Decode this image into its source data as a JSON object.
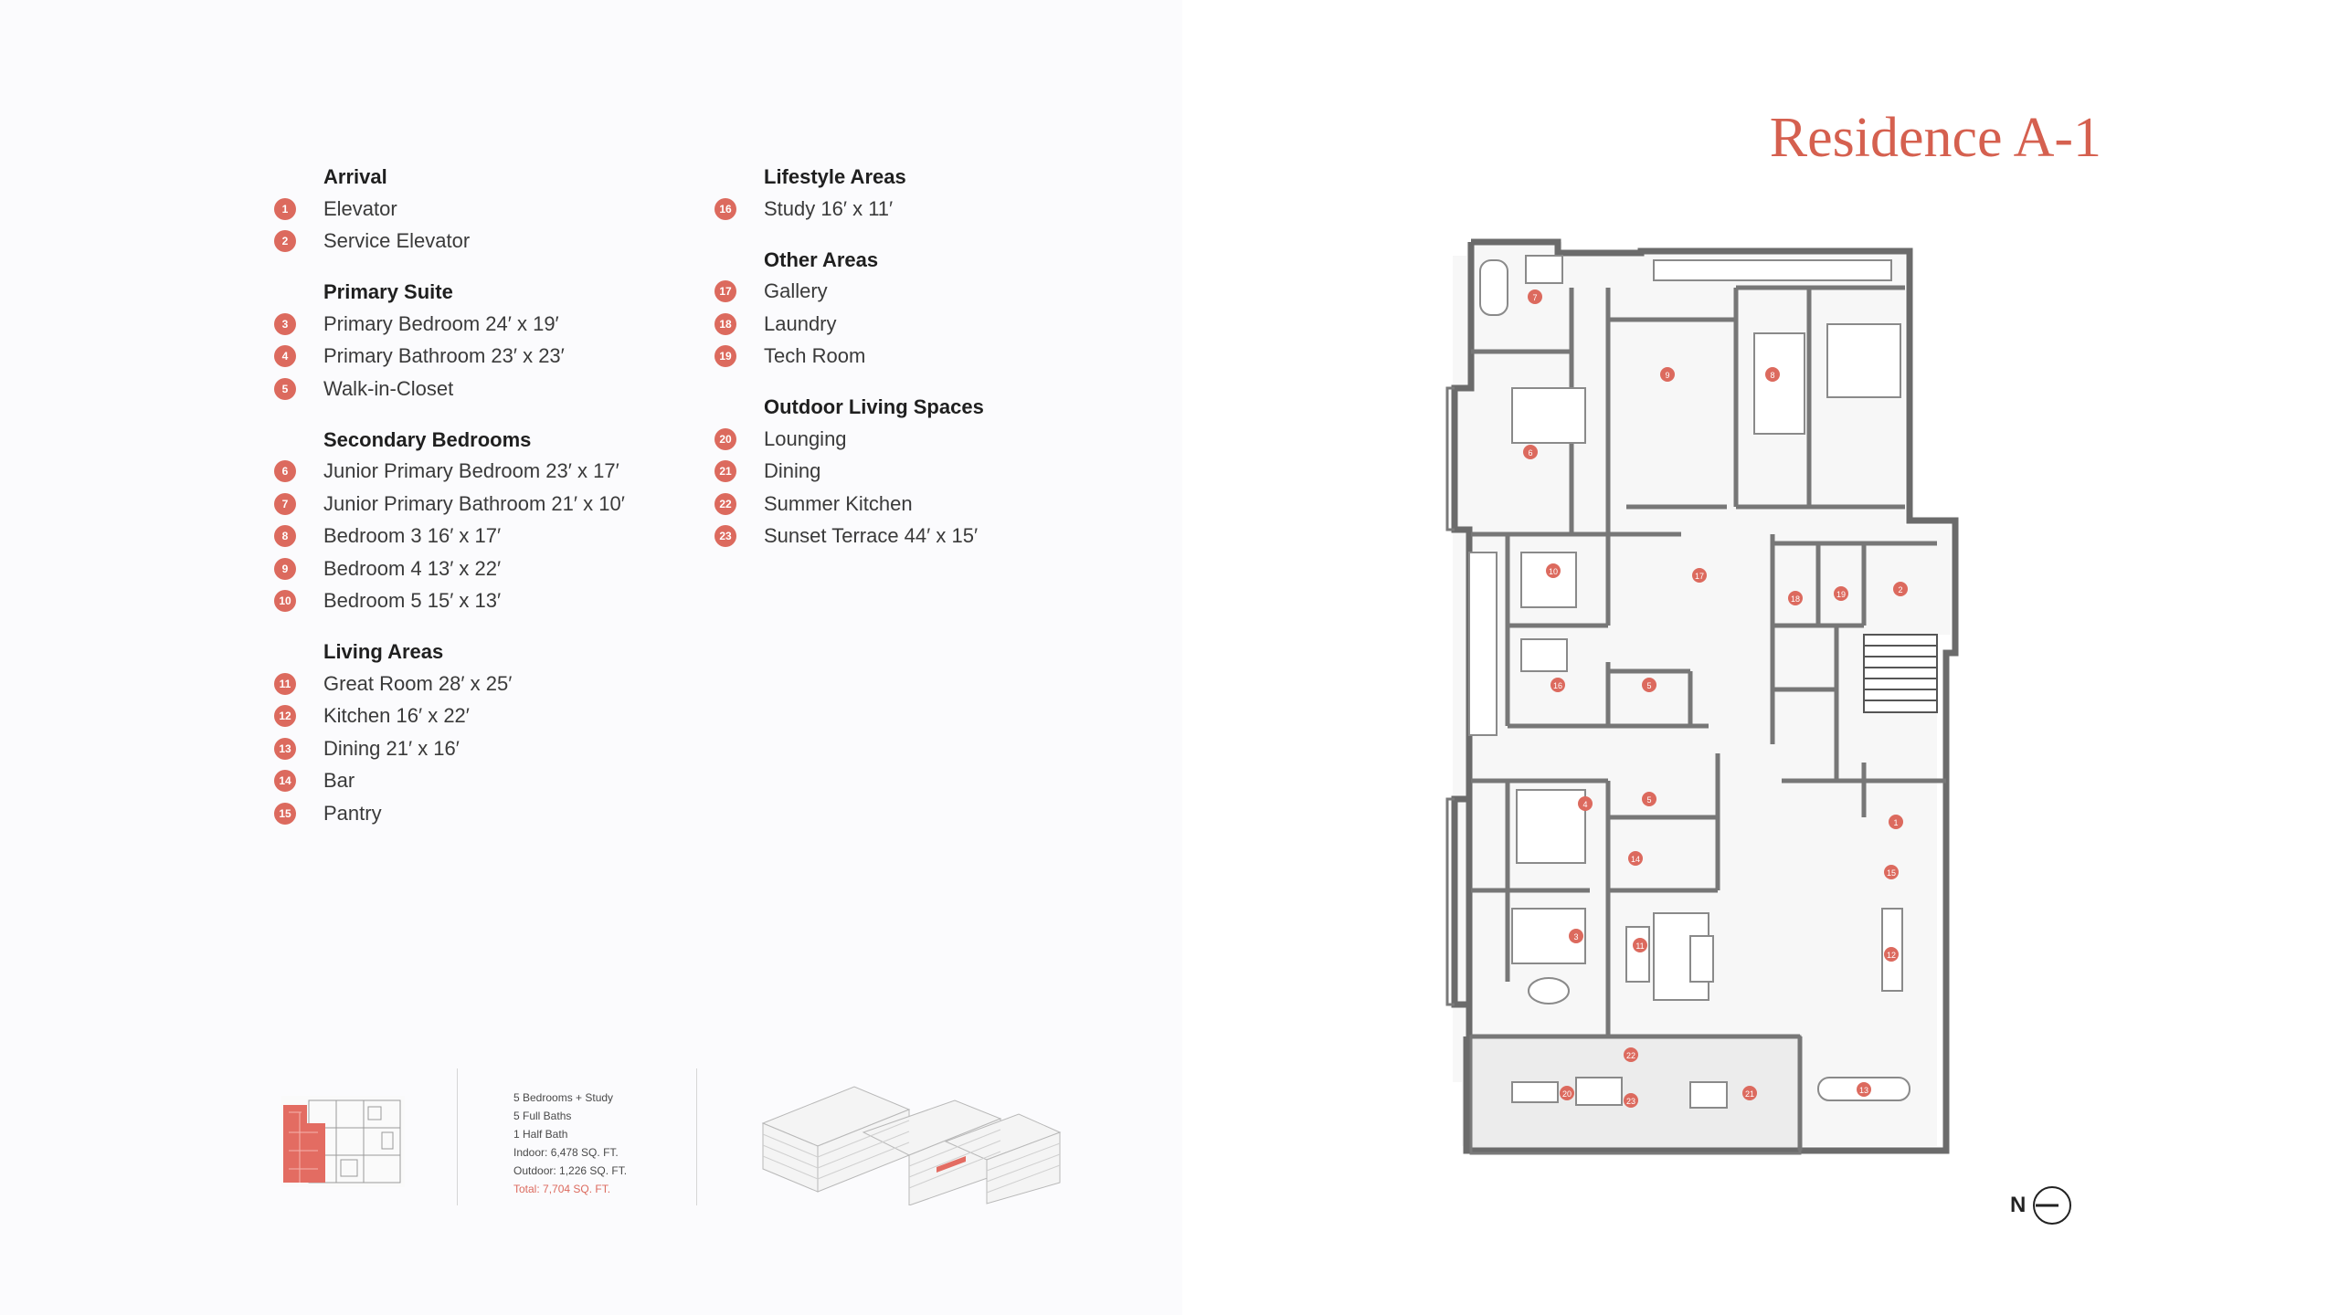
{
  "title": "Residence A-1",
  "legend": {
    "column1": [
      {
        "title": "Arrival",
        "items": [
          {
            "num": "1",
            "label": "Elevator"
          },
          {
            "num": "2",
            "label": "Service Elevator"
          }
        ]
      },
      {
        "title": "Primary Suite",
        "items": [
          {
            "num": "3",
            "label": "Primary Bedroom 24′ x 19′"
          },
          {
            "num": "4",
            "label": "Primary Bathroom 23′ x 23′"
          },
          {
            "num": "5",
            "label": "Walk-in-Closet"
          }
        ]
      },
      {
        "title": "Secondary Bedrooms",
        "items": [
          {
            "num": "6",
            "label": "Junior Primary Bedroom 23′ x 17′"
          },
          {
            "num": "7",
            "label": "Junior Primary Bathroom 21′ x 10′"
          },
          {
            "num": "8",
            "label": "Bedroom 3 16′ x 17′"
          },
          {
            "num": "9",
            "label": "Bedroom 4 13′ x 22′"
          },
          {
            "num": "10",
            "label": "Bedroom 5 15′ x 13′"
          }
        ]
      },
      {
        "title": "Living Areas",
        "items": [
          {
            "num": "11",
            "label": "Great Room 28′ x 25′"
          },
          {
            "num": "12",
            "label": "Kitchen 16′ x 22′"
          },
          {
            "num": "13",
            "label": "Dining 21′ x 16′"
          },
          {
            "num": "14",
            "label": "Bar"
          },
          {
            "num": "15",
            "label": "Pantry"
          }
        ]
      }
    ],
    "column2": [
      {
        "title": "Lifestyle Areas",
        "items": [
          {
            "num": "16",
            "label": "Study 16′ x 11′"
          }
        ]
      },
      {
        "title": "Other Areas",
        "items": [
          {
            "num": "17",
            "label": "Gallery"
          },
          {
            "num": "18",
            "label": "Laundry"
          },
          {
            "num": "19",
            "label": "Tech Room"
          }
        ]
      },
      {
        "title": "Outdoor Living Spaces",
        "items": [
          {
            "num": "20",
            "label": "Lounging"
          },
          {
            "num": "21",
            "label": "Dining"
          },
          {
            "num": "22",
            "label": "Summer Kitchen"
          },
          {
            "num": "23",
            "label": "Sunset Terrace 44′ x 15′"
          }
        ]
      }
    ]
  },
  "stats": [
    "5 Bedrooms + Study",
    "5 Full Baths",
    "1 Half Bath",
    "Indoor: 6,478 SQ. FT.",
    "Outdoor: 1,226 SQ. FT."
  ],
  "stats_total": "Total: 7,704 SQ. FT.",
  "compass_letter": "N",
  "colors": {
    "accent": "#dc6a5e",
    "title": "#d5604f",
    "wall": "#6e6e6e",
    "floor": "#f6f6f6"
  },
  "icons": {
    "mini_plan": "unit-location-keyplan",
    "building": "building-isometric",
    "compass": "north-arrow-icon"
  },
  "plan_markers": [
    "7",
    "9",
    "8",
    "6",
    "10",
    "17",
    "18",
    "19",
    "2",
    "16",
    "5",
    "4",
    "5",
    "14",
    "3",
    "11",
    "1",
    "15",
    "12",
    "22",
    "20",
    "23",
    "21",
    "13"
  ]
}
